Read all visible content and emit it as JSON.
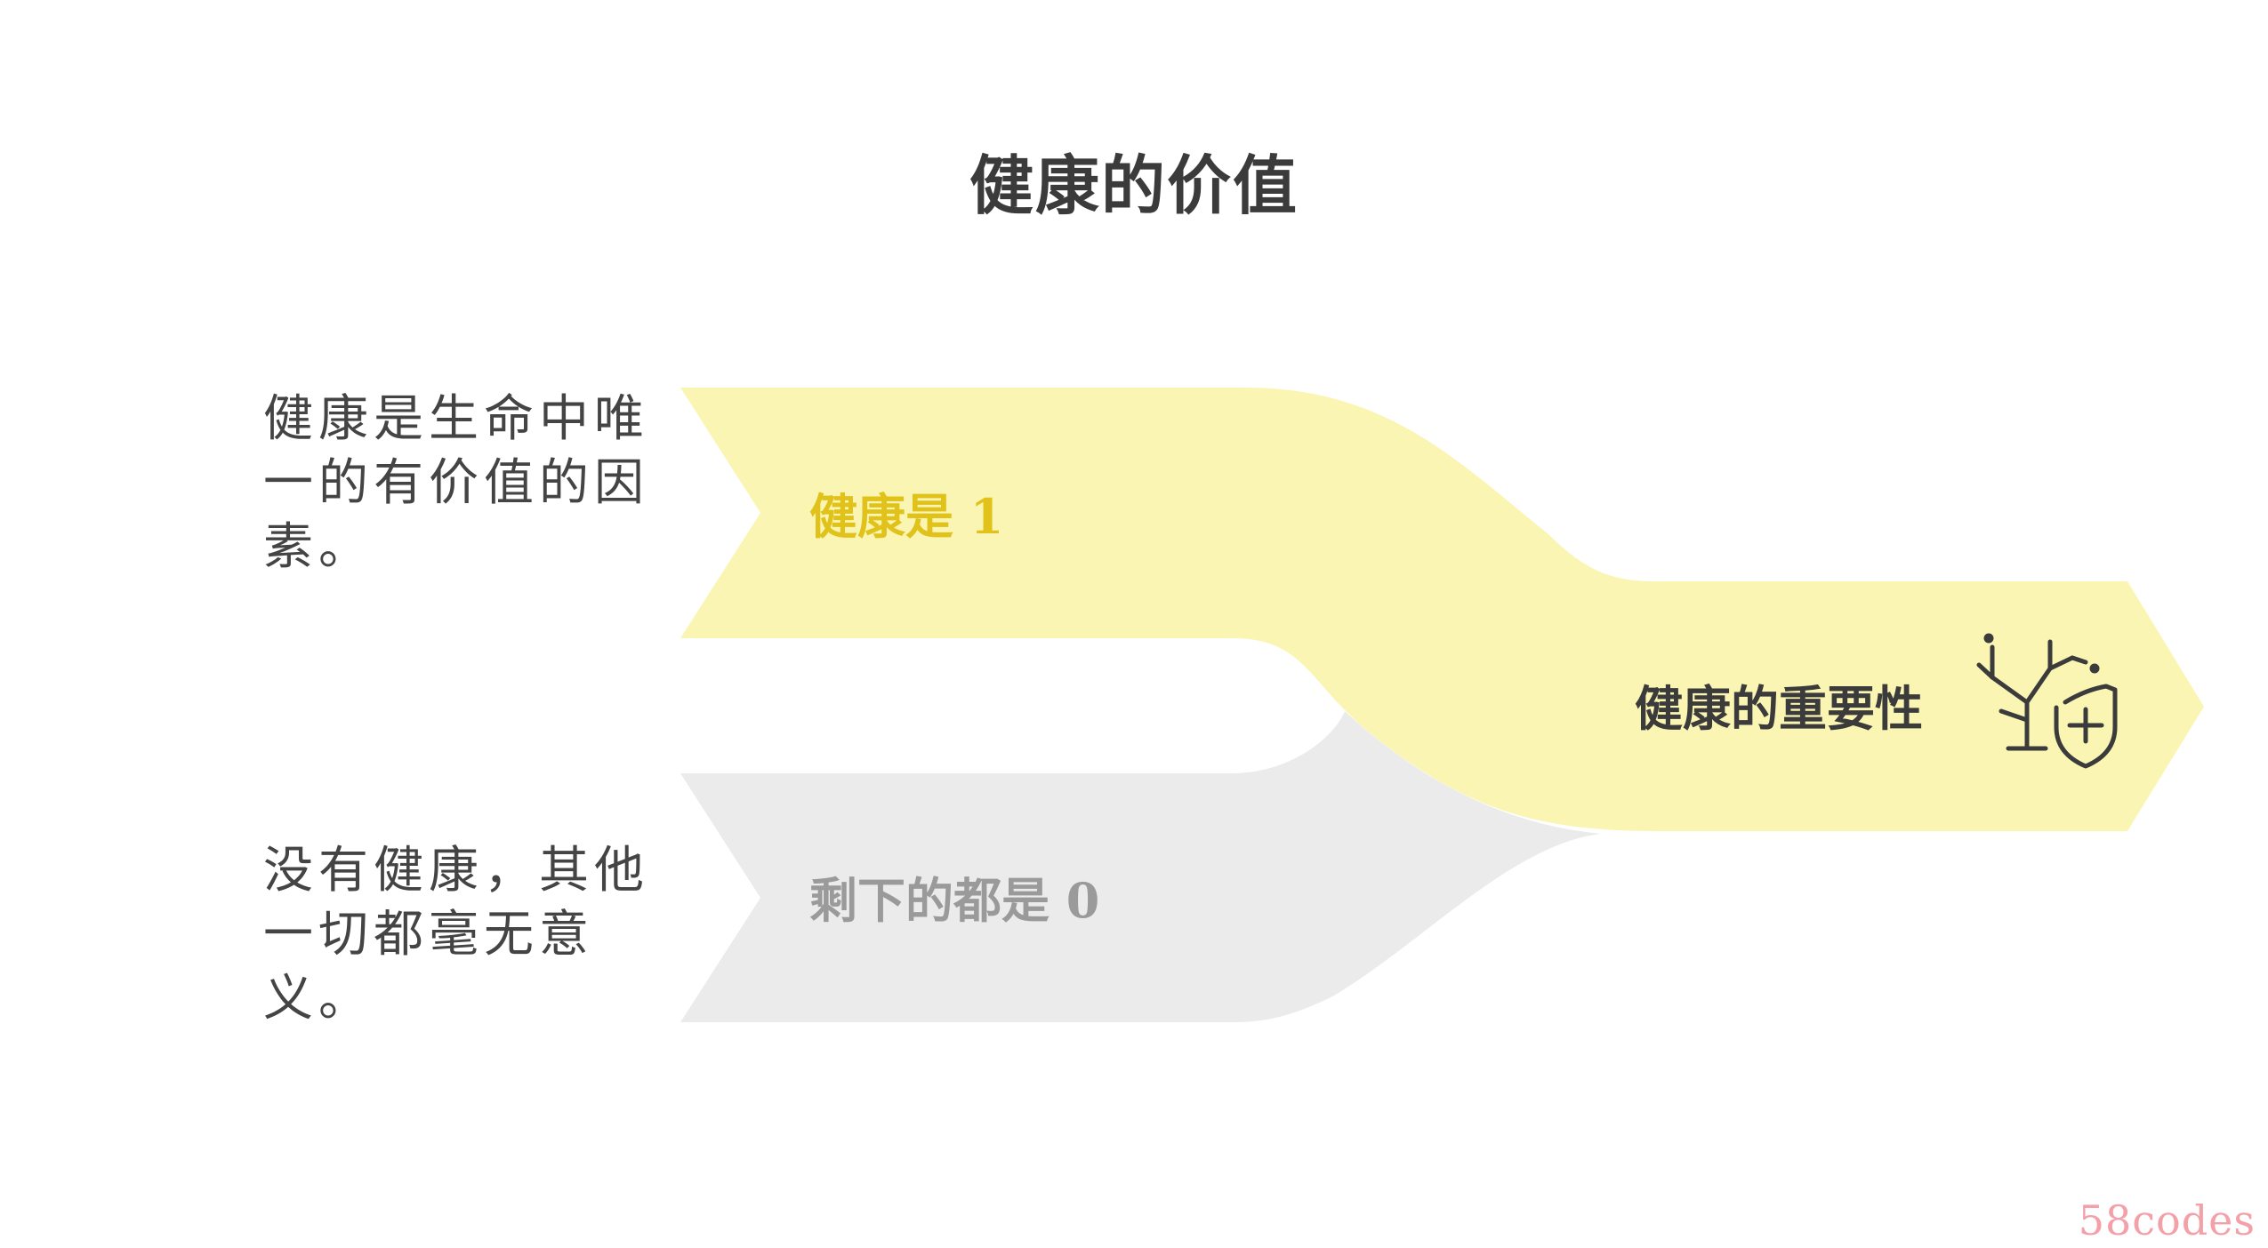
{
  "title": "健康的价值",
  "left_notes": {
    "top": "健康是生命中唯一的有价值的因素。",
    "bottom": "没有健康，其他一切都毫无意义。"
  },
  "branches": {
    "upper_label": "健康是 1",
    "lower_label": "剩下的都是 0",
    "merged_label": "健康的重要性"
  },
  "icons": {
    "merged_icon": "health-shield-plant-icon"
  },
  "colors": {
    "upper_fill": "#fbf5b4",
    "lower_fill": "#ebebeb",
    "upper_text": "#e0c21a",
    "lower_text": "#9a9a9a",
    "merged_text": "#3b3b3b",
    "title_text": "#3b3b3b"
  },
  "watermark": "58codes"
}
